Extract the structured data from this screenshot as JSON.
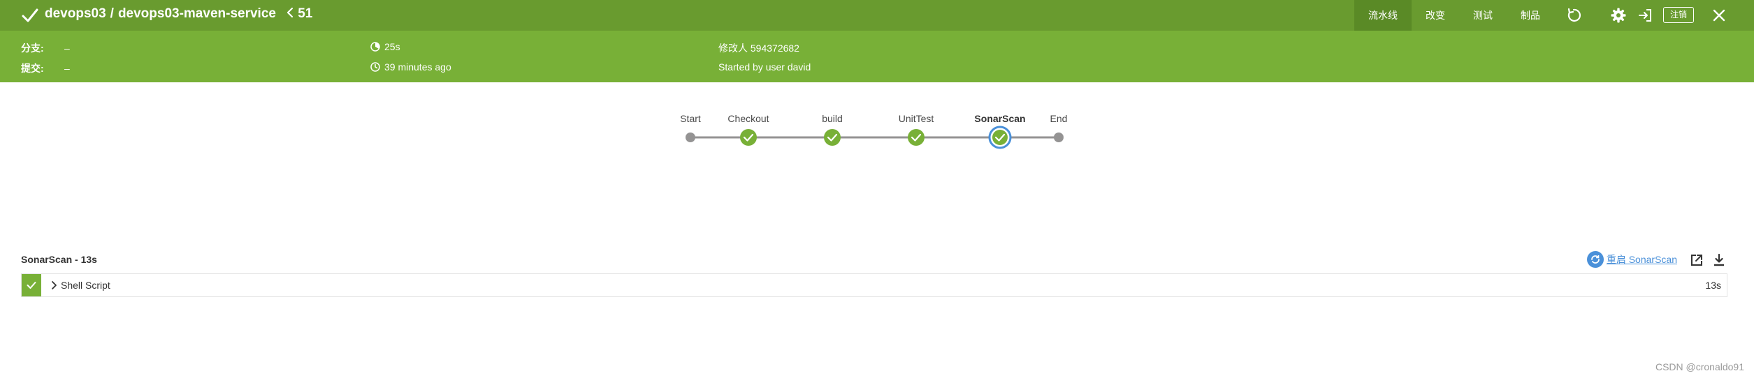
{
  "header": {
    "org": "devops03",
    "separator": "/",
    "pipeline": "devops03-maven-service",
    "run_number": "51",
    "tabs": [
      {
        "label": "流水线",
        "active": true
      },
      {
        "label": "改变",
        "active": false
      },
      {
        "label": "测试",
        "active": false
      },
      {
        "label": "制品",
        "active": false
      }
    ],
    "logout_label": "注销",
    "icons": [
      "check-icon",
      "chevron-left-icon",
      "replay-icon",
      "gear-icon",
      "exit-icon",
      "close-icon"
    ]
  },
  "info": {
    "branch_label": "分支:",
    "branch_value": "–",
    "commit_label": "提交:",
    "commit_value": "–",
    "duration": "25s",
    "time_ago": "39 minutes ago",
    "changes": "修改人 594372682",
    "cause": "Started by user david"
  },
  "stages": [
    {
      "label": "Start",
      "kind": "start"
    },
    {
      "label": "Checkout",
      "kind": "success"
    },
    {
      "label": "build",
      "kind": "success"
    },
    {
      "label": "UnitTest",
      "kind": "success"
    },
    {
      "label": "SonarScan",
      "kind": "success",
      "selected": true
    },
    {
      "label": "End",
      "kind": "end"
    }
  ],
  "step_section": {
    "title": "SonarScan - 13s",
    "restart_label": "重启 SonarScan",
    "steps": [
      {
        "name": "Shell Script",
        "duration": "13s",
        "status": "success"
      }
    ]
  },
  "watermark": "CSDN @cronaldo91",
  "colors": {
    "header_bg": "#699b2f",
    "info_bg": "#78b037",
    "success": "#78b037",
    "link": "#4a90d9",
    "selected_ring": "#4a90d9"
  }
}
